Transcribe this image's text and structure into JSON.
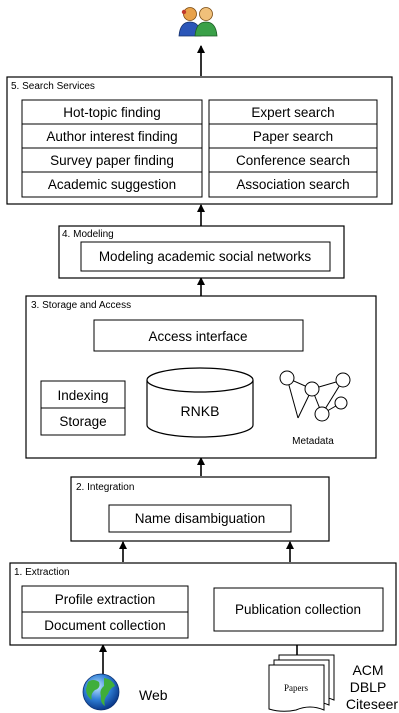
{
  "layers": {
    "search": {
      "title": "5. Search Services",
      "left": [
        "Hot-topic finding",
        "Author interest finding",
        "Survey paper finding",
        "Academic suggestion"
      ],
      "right": [
        "Expert search",
        "Paper search",
        "Conference search",
        "Association search"
      ]
    },
    "modeling": {
      "title": "4. Modeling",
      "item": "Modeling academic social networks"
    },
    "storage": {
      "title": "3. Storage and Access",
      "access": "Access interface",
      "indexing": "Indexing",
      "storage": "Storage",
      "db": "RNKB",
      "metadata": "Metadata"
    },
    "integration": {
      "title": "2. Integration",
      "item": "Name disambiguation"
    },
    "extraction": {
      "title": "1. Extraction",
      "profile": "Profile extraction",
      "document": "Document collection",
      "publication": "Publication collection"
    }
  },
  "sources": {
    "web": "Web",
    "papers": "Papers",
    "libraries": [
      "ACM",
      "DBLP",
      "Citeseer"
    ]
  },
  "icons": {
    "users": "users-icon",
    "globe": "globe-icon",
    "papers": "papers-stack-icon"
  }
}
